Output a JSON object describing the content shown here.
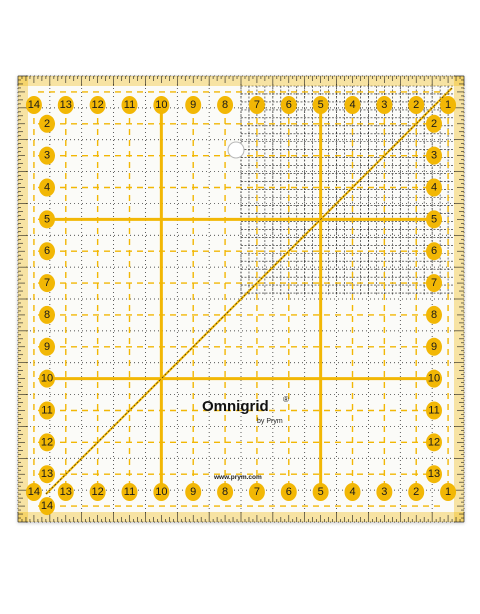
{
  "ruler": {
    "size_inches": 14,
    "brand": "Omnigrid",
    "registered_mark": "®",
    "byline": "by Prym",
    "website": "www.prym.com",
    "top_numbers": [
      "14",
      "13",
      "12",
      "11",
      "10",
      "9",
      "8",
      "7",
      "6",
      "5",
      "4",
      "3",
      "2",
      "1"
    ],
    "bottom_numbers": [
      "14",
      "13",
      "12",
      "11",
      "10",
      "9",
      "8",
      "7",
      "6",
      "5",
      "4",
      "3",
      "2",
      "1"
    ],
    "left_numbers": [
      "2",
      "3",
      "4",
      "5",
      "6",
      "7",
      "8",
      "9",
      "10",
      "11",
      "12",
      "13",
      "14"
    ],
    "right_numbers": [
      "2",
      "3",
      "4",
      "5",
      "6",
      "7",
      "8",
      "9",
      "10",
      "11",
      "12",
      "13"
    ],
    "colors": {
      "yellow": "#f2b705",
      "line": "#1a1a1a",
      "plastic": "#fbfbf8",
      "background": "#ffffff"
    }
  }
}
